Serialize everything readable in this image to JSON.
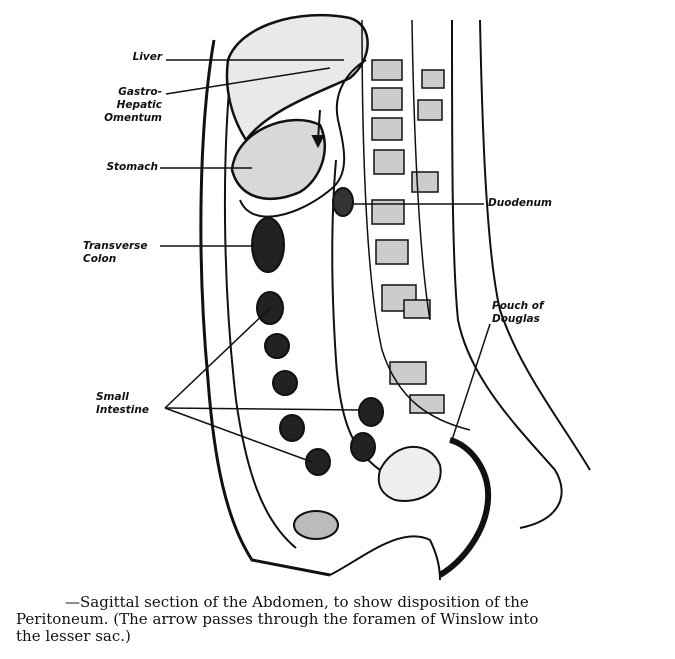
{
  "labels": {
    "liver": "Liver",
    "gastro_hepatic_1": "Gastro-",
    "gastro_hepatic_2": "Hepatic",
    "gastro_hepatic_3": "Omentum",
    "stomach": "Stomach",
    "duodenum": "Duodenum",
    "transverse_colon_1": "Transverse",
    "transverse_colon_2": "Colon",
    "pouch_of_douglas_1": "Pouch of",
    "pouch_of_douglas_2": "Douglas",
    "small_intestine_1": "Small",
    "small_intestine_2": "Intestine"
  },
  "caption": {
    "line1": "—Sagittal section of the Abdomen, to show disposition of the",
    "line2": "Peritoneum.  (The arrow passes through the foramen of Winslow into",
    "line3": "the lesser sac.)"
  }
}
